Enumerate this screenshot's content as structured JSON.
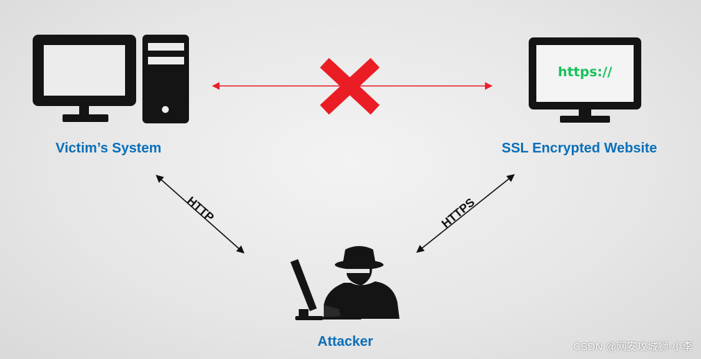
{
  "nodes": {
    "victim": {
      "label": "Victim’s System",
      "icon": "desktop-computer-icon"
    },
    "website": {
      "label": "SSL Encrypted Website",
      "icon": "monitor-icon",
      "screen_text": "https://"
    },
    "attacker": {
      "label": "Attacker",
      "icon": "hacker-icon"
    }
  },
  "edges": {
    "victim_website": {
      "status": "blocked",
      "icon": "red-x-icon"
    },
    "victim_attacker": {
      "label": "HTTP"
    },
    "attacker_website": {
      "label": "HTTPS"
    }
  },
  "colors": {
    "node_label": "#0a6fb8",
    "https_text": "#19c15a",
    "blocked_line": "#e8202a",
    "x_mark": "#ea1c24",
    "icon": "#141414"
  },
  "watermark": "CSDN @网安攻城狮-小李"
}
